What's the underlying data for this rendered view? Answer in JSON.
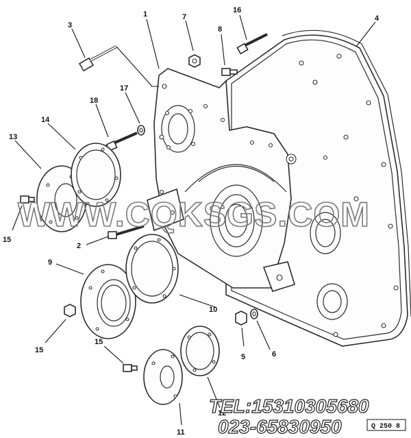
{
  "part_labels": {
    "p1": "1",
    "p2": "2",
    "p3": "3",
    "p4": "4",
    "p5": "5",
    "p6": "6",
    "p7": "7",
    "p8": "8",
    "p9": "9",
    "p10": "10",
    "p11": "11",
    "p12": "12",
    "p13": "13",
    "p14": "14",
    "p15a": "15",
    "p15b": "15",
    "p15c": "15",
    "p16": "16",
    "p17": "17",
    "p18": "18"
  },
  "watermark": "WWW.CQKSGS.COM",
  "contact": {
    "tel": "TEL:15310305680",
    "phone": "023-65830950"
  },
  "figure_code": "Q 250 8"
}
